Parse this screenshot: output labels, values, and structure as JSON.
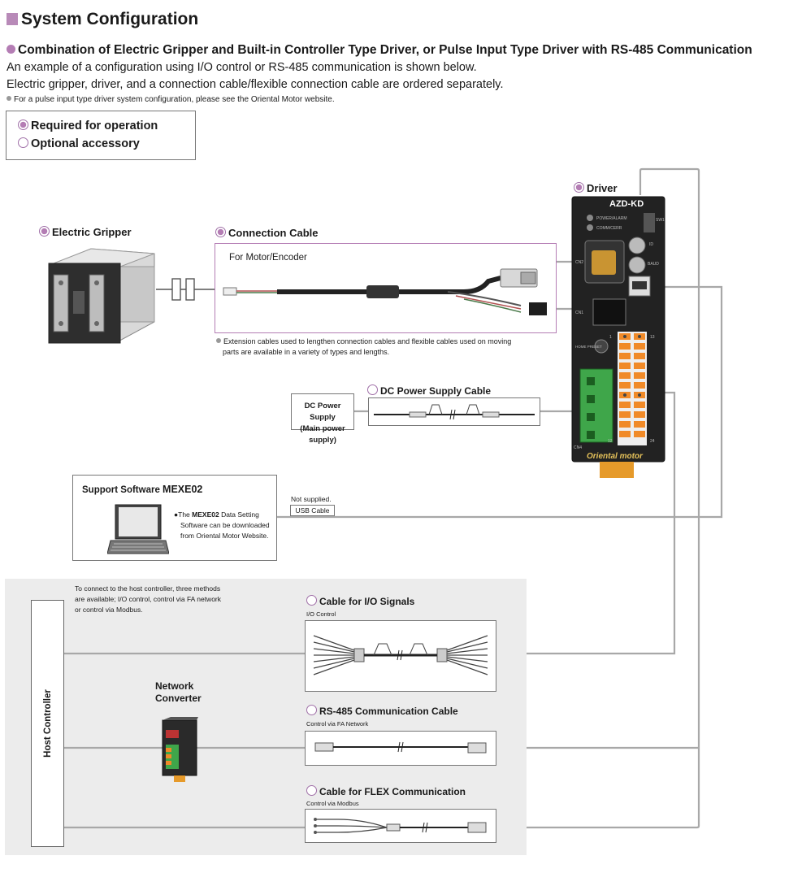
{
  "header": {
    "title": "System Configuration",
    "subheading": "Combination of Electric Gripper and Built-in Controller Type Driver, or Pulse Input Type Driver with RS-485 Communication",
    "line1": "An example of a configuration using I/O control or RS-485 communication is shown below.",
    "line2": "Electric gripper, driver, and a connection cable/flexible connection cable are ordered separately.",
    "note": "For a pulse input type driver system configuration, please see the Oriental Motor website."
  },
  "legend": {
    "required": "Required for operation",
    "optional": "Optional accessory"
  },
  "gripper": {
    "label": "Electric Gripper"
  },
  "connection_cable": {
    "label": "Connection Cable",
    "sub": "For Motor/Encoder",
    "note_l1": "Extension cables used to lengthen connection cables and flexible cables used on moving",
    "note_l2": "parts are available in a variety of types and lengths."
  },
  "driver": {
    "label": "Driver",
    "model": "AZD-KD",
    "brand": "Oriental motor",
    "labels": {
      "power": "POWER/ALARM",
      "comm": "COMM/CERR",
      "sw1": "SW1",
      "id": "ID",
      "baud": "BAUD",
      "cn2": "CN2",
      "cn1": "CN1",
      "home": "HOME PRESET",
      "pin1": "1",
      "pin13": "13",
      "pin24": "24",
      "pin12": "12",
      "cn4": "CN4"
    }
  },
  "dc_supply": {
    "box_l1": "DC Power Supply",
    "box_l2": "(Main power supply)",
    "cable_label": "DC Power Supply Cable"
  },
  "software": {
    "title_prefix": "Support Software ",
    "title_name": "MEXE02",
    "note_l1_prefix": "The ",
    "note_l1_name": "MEXE02",
    "note_l1_suffix": " Data Setting",
    "note_l2": "Software can be downloaded",
    "note_l3": "from Oriental Motor Website.",
    "not_supplied": "Not supplied.",
    "usb_cable": "USB Cable"
  },
  "host": {
    "intro_l1": "To connect to the host controller, three methods",
    "intro_l2": "are available; I/O control, control via FA network",
    "intro_l3": "or control via Modbus.",
    "label": "Host Controller",
    "converter_l1": "Network",
    "converter_l2": "Converter"
  },
  "cables": {
    "io": {
      "label": "Cable for I/O Signals",
      "sub": "I/O Control"
    },
    "rs485": {
      "label": "RS-485 Communication Cable",
      "sub": "Control via FA Network"
    },
    "flex": {
      "label": "Cable for FLEX Communication",
      "sub": "Control via Modbus"
    }
  },
  "colors": {
    "accent": "#b47db4",
    "line": "#a8a8a8",
    "orange": "#f08a28",
    "green": "#4caf50"
  }
}
